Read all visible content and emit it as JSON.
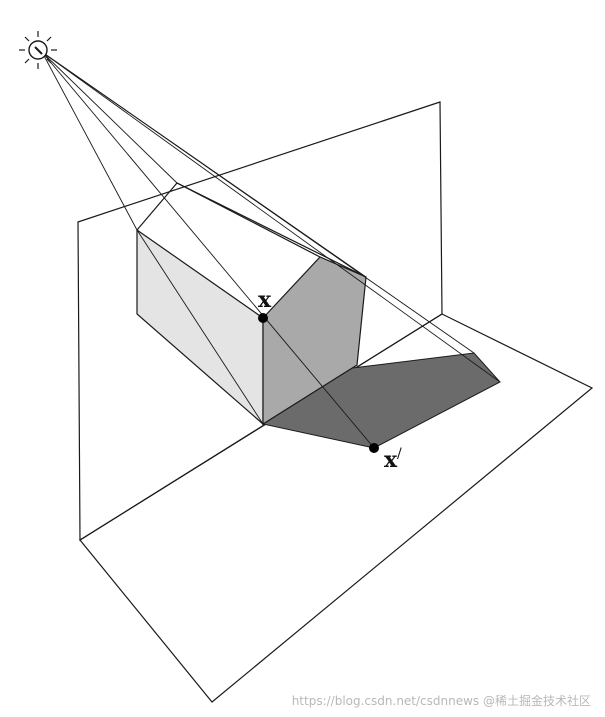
{
  "labels": {
    "point": "x",
    "shadow_point": "x",
    "prime_mark": "/"
  },
  "watermark": {
    "text": "https://blog.csdn.net/csdnnews @稀土掘金技术社区"
  },
  "colors": {
    "line": "#1a1a1a",
    "house_front_face": "#e4e4e4",
    "house_side_face": "#a9a9a9",
    "shadow": "#6b6b6b",
    "point": "#000000",
    "background": "#ffffff"
  },
  "icons": {
    "light_source": "sun-icon"
  }
}
